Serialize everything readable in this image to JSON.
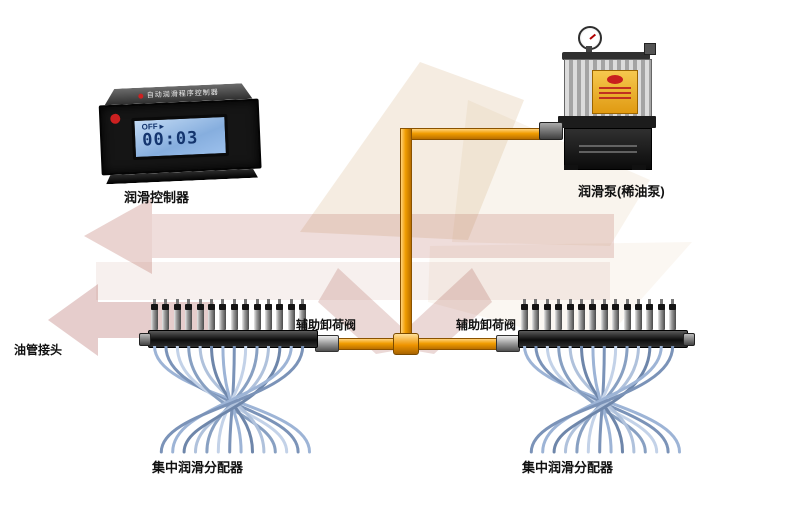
{
  "labels": {
    "controller_plate": "自动润滑程序控制器",
    "controller": "润滑控制器",
    "pump": "润滑泵(稀油泵)",
    "relief_valve_left": "辅助卸荷阀",
    "relief_valve_right": "辅助卸荷阀",
    "pipe_joint": "油管接头",
    "distributor_left": "集中润滑分配器",
    "distributor_right": "集中润滑分配器"
  },
  "controller": {
    "lcd_status": "OFF",
    "lcd_arrow": "▸",
    "lcd_time": "00:03"
  },
  "diagram": {
    "distributor_outlets": 14,
    "colors": {
      "pipe_orange": "#ef9400",
      "lcd_blue": "#9cc0ec",
      "brand_red": "#cc2020",
      "tube_blue": "#9db4d6",
      "watermark_red": "#9a3a30",
      "watermark_tan": "#d8b88c"
    }
  }
}
